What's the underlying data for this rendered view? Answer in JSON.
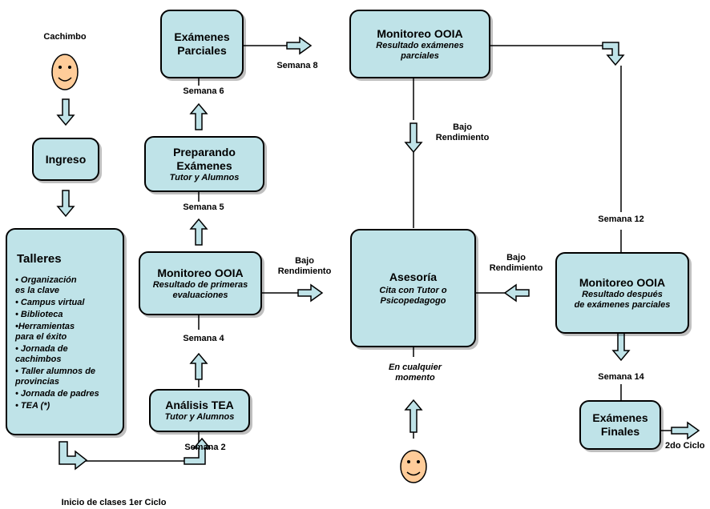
{
  "nodes": {
    "cachimbo_label": "Cachimbo",
    "ingreso": "Ingreso",
    "talleres": {
      "title": "Talleres",
      "items": [
        "• Organización\n   es la clave",
        "• Campus virtual",
        "• Biblioteca",
        "•Herramientas\n  para el éxito",
        "• Jornada de\n  cachimbos",
        "• Taller alumnos de\n  provincias",
        "• Jornada de padres",
        "• TEA (*)"
      ]
    },
    "analisis_tea": {
      "title": "Análisis TEA",
      "subtitle": "Tutor y Alumnos"
    },
    "monitoreo_1": {
      "title": "Monitoreo OOIA",
      "subtitle": "Resultado de primeras\nevaluaciones"
    },
    "preparando": {
      "title": "Preparando\nExámenes",
      "subtitle": "Tutor y Alumnos"
    },
    "parciales": {
      "title": "Exámenes\nParciales"
    },
    "monitoreo_2": {
      "title": "Monitoreo OOIA",
      "subtitle": "Resultado exámenes\nparciales"
    },
    "asesoria": {
      "title": "Asesoría",
      "subtitle": "Cita con Tutor o\nPsicopedagogo"
    },
    "monitoreo_3": {
      "title": "Monitoreo OOIA",
      "subtitle": "Resultado después\nde exámenes parciales"
    },
    "finales": {
      "title": "Exámenes\nFinales"
    }
  },
  "labels": {
    "inicio": "Inicio de clases 1er Ciclo",
    "semana2": "Semana 2",
    "semana4": "Semana 4",
    "semana5": "Semana 5",
    "semana6": "Semana 6",
    "semana8": "Semana 8",
    "semana12": "Semana 12",
    "semana14": "Semana 14",
    "bajo1": "Bajo\nRendimiento",
    "bajo2": "Bajo\nRendimiento",
    "bajo3": "Bajo\nRendimiento",
    "cualquier": "En cualquier\nmomento",
    "segundo_ciclo": "2do Ciclo"
  },
  "colors": {
    "box_fill": "#bfe3e8",
    "face_fill": "#ffcc99",
    "arrow_fill": "#bfe3e8"
  }
}
